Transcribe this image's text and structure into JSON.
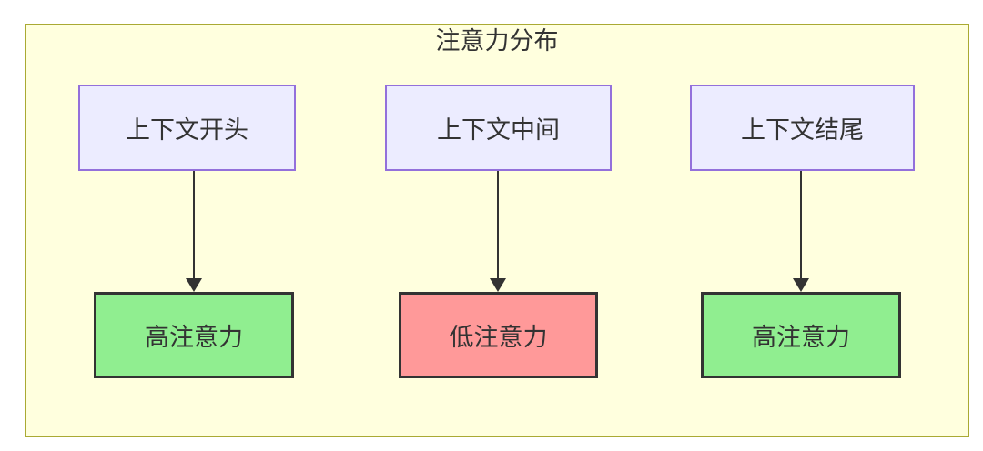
{
  "diagram": {
    "type": "flowchart",
    "title": "注意力分布",
    "nodes": {
      "sources": [
        {
          "label": "上下文开头"
        },
        {
          "label": "上下文中间"
        },
        {
          "label": "上下文结尾"
        }
      ],
      "targets": [
        {
          "label": "高注意力",
          "level": "high"
        },
        {
          "label": "低注意力",
          "level": "low"
        },
        {
          "label": "高注意力",
          "level": "high"
        }
      ]
    },
    "edges": [
      {
        "from": "上下文开头",
        "to": "高注意力"
      },
      {
        "from": "上下文中间",
        "to": "低注意力"
      },
      {
        "from": "上下文结尾",
        "to": "高注意力"
      }
    ],
    "colors": {
      "cluster_fill": "#ffffde",
      "cluster_border": "#aaaa33",
      "source_fill": "#ececff",
      "source_border": "#9370db",
      "high_fill": "#90ee90",
      "low_fill": "#ff9999",
      "node_border": "#333333",
      "arrow": "#333333",
      "text": "#333333"
    }
  }
}
